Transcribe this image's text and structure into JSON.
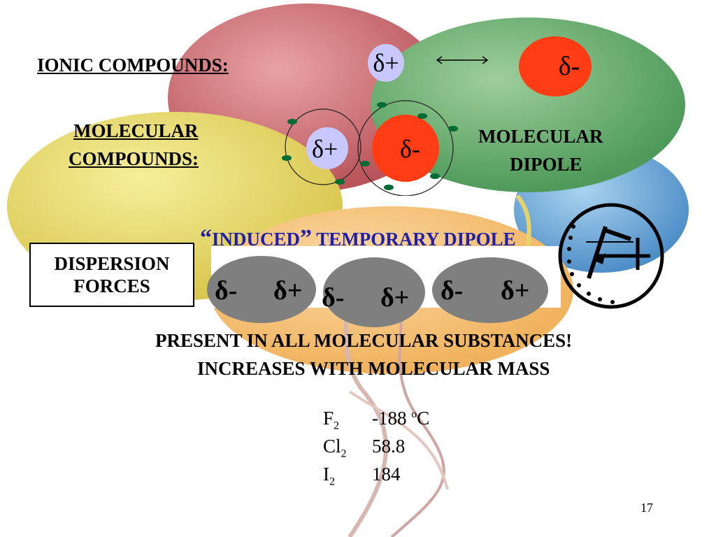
{
  "ionic": {
    "label": "IONIC COMPOUNDS:",
    "plus": "δ+",
    "minus": "δ-"
  },
  "molecular": {
    "label_line1": "MOLECULAR",
    "label_line2": "COMPOUNDS:",
    "plus": "δ+",
    "minus": "δ-",
    "dipole_line1": "MOLECULAR",
    "dipole_line2": "DIPOLE"
  },
  "dispersion": {
    "label_line1": "DISPERSION",
    "label_line2": "FORCES",
    "heading_open_quote": "“",
    "heading_word": "INDUCED",
    "heading_close_quote": "”",
    "heading_rest": " TEMPORARY DIPOLE",
    "pairs": [
      {
        "minus": "δ-",
        "plus": "δ+"
      },
      {
        "minus": "δ-",
        "plus": "δ+"
      },
      {
        "minus": "δ-",
        "plus": "δ+"
      }
    ],
    "statement_line1": "PRESENT IN ALL MOLECULAR SUBSTANCES!",
    "statement_line2": "INCREASES WITH MOLECULAR MASS"
  },
  "table": {
    "rows": [
      {
        "el": "F",
        "sub": "2",
        "value": "-188 ",
        "unit_sup": "o",
        "unit": "C"
      },
      {
        "el": "Cl",
        "sub": "2",
        "value": "58.8",
        "unit_sup": "",
        "unit": ""
      },
      {
        "el": "I",
        "sub": "2",
        "value": "184",
        "unit_sup": "",
        "unit": ""
      }
    ]
  },
  "page_number": "17",
  "colors": {
    "ion_plus": "#c8c8ff",
    "ion_minus": "#ff3c14",
    "electron": "#006b33",
    "oval": "#7f7f7f"
  }
}
